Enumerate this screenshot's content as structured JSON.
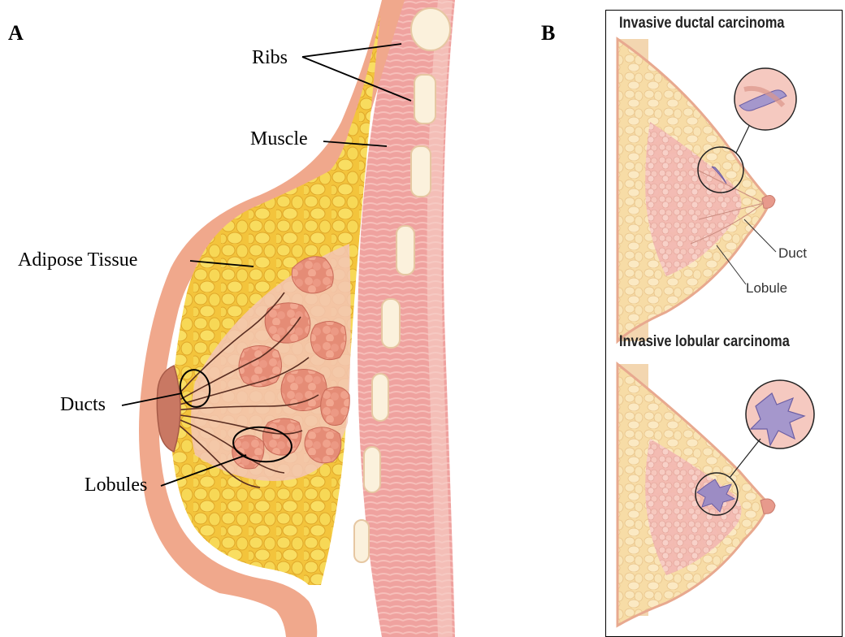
{
  "panel_a": {
    "letter": "A",
    "labels": {
      "ribs": "Ribs",
      "muscle": "Muscle",
      "adipose": "Adipose Tissue",
      "ducts": "Ducts",
      "lobules": "Lobules"
    }
  },
  "panel_b": {
    "letter": "B",
    "ductal": {
      "title": "Invasive ductal carcinoma",
      "duct_label": "Duct",
      "lobule_label": "Lobule"
    },
    "lobular": {
      "title": "Invasive lobular carcinoma"
    }
  },
  "colors": {
    "skin": "#f0a98f",
    "fat": "#f5d24a",
    "lobule": "#e38a74",
    "muscle": "#ef9c9c",
    "tumor": "#a293c8"
  }
}
